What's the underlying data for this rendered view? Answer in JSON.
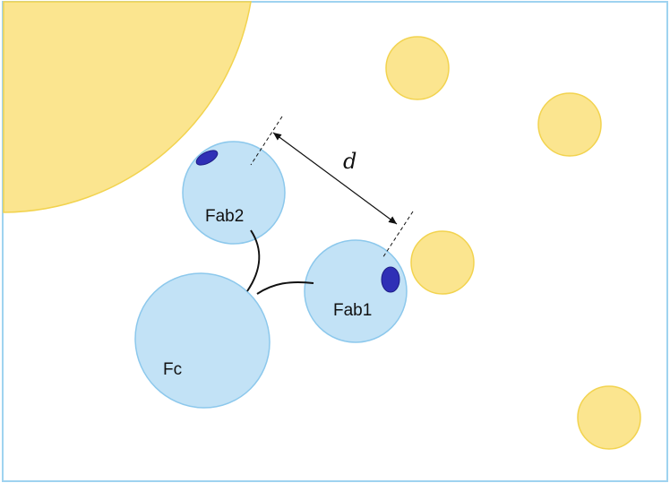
{
  "labels": {
    "fab2": "Fab2",
    "fab1": "Fab1",
    "fc": "Fc",
    "distance": "d"
  },
  "colors": {
    "frame": "#9fd3f0",
    "antibody_fill": "#c2e2f6",
    "antibody_stroke": "#8cc8ec",
    "antigen_fill": "#fbe58f",
    "antigen_stroke": "#f2d34f",
    "binding_site": "#2f2fb6",
    "linker": "#111111"
  }
}
